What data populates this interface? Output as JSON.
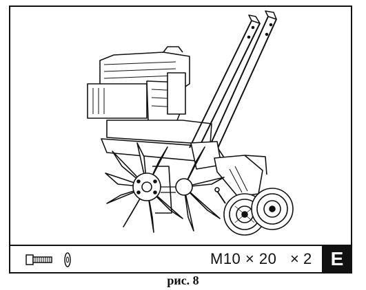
{
  "parts": {
    "bolt_icon": "bolt-icon",
    "washer_icon": "washer-icon",
    "spec": "M10 × 20",
    "quantity": "× 2",
    "step": "E"
  },
  "caption": "рис. 8"
}
